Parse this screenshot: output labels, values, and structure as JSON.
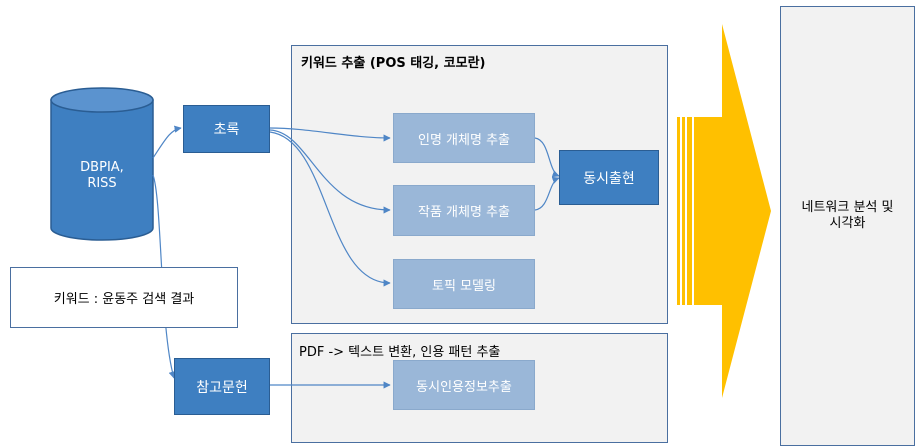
{
  "database": {
    "line1": "DBPIA,",
    "line2": "RISS"
  },
  "keyword_box": {
    "label": "키워드 : 윤동주 검색 결과"
  },
  "abstract_box": {
    "label": "초록"
  },
  "references_box": {
    "label": "참고문헌"
  },
  "keyword_panel": {
    "title": "키워드 추출 (POS 태깅, 코모란)",
    "steps": [
      "인명 개체명 추출",
      "작품 개체명 추출",
      "토픽 모델링"
    ],
    "cooccurrence": "동시출현"
  },
  "pdf_panel": {
    "title": "PDF -> 텍스트 변환, 인용 패턴 추출",
    "step": "동시인용정보추출"
  },
  "result_panel": {
    "line1": "네트워크 분석 및",
    "line2": "시각화"
  },
  "colors": {
    "primary_blue": "#3e7fc1",
    "light_blue": "#9ab7d8",
    "panel_gray": "#f2f2f2",
    "arrow_gold": "#ffc000",
    "border_blue": "#4a6fa0"
  }
}
